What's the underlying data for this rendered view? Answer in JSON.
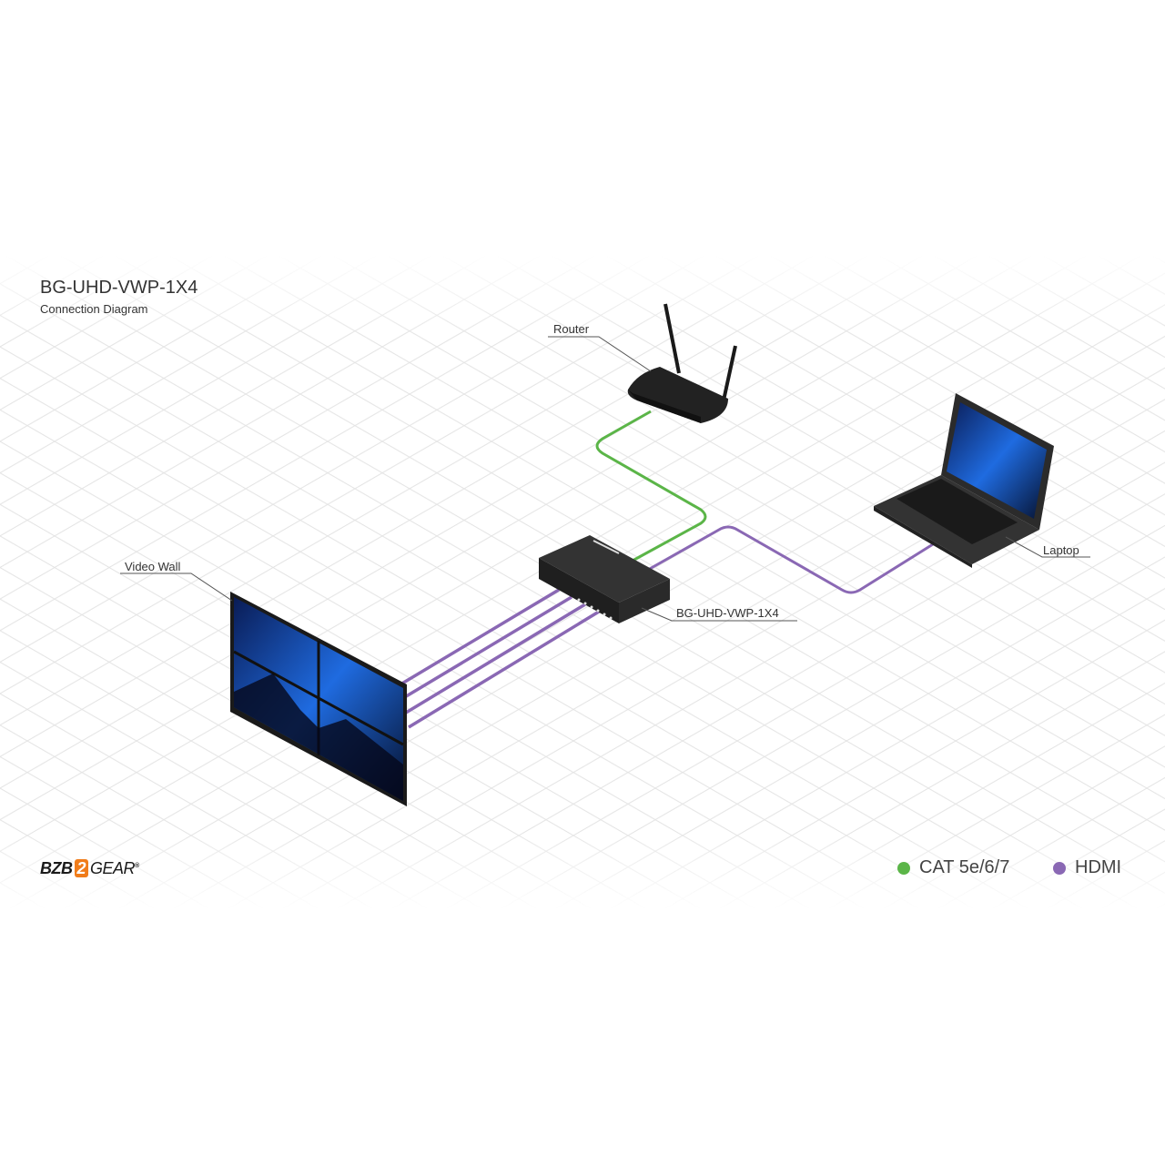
{
  "title": "BG-UHD-VWP-1X4",
  "subtitle": "Connection Diagram",
  "labels": {
    "router": "Router",
    "laptop": "Laptop",
    "video_wall": "Video Wall",
    "device": "BG-UHD-VWP-1X4"
  },
  "legend": [
    {
      "label": "CAT 5e/6/7",
      "color": "#5bb548"
    },
    {
      "label": "HDMI",
      "color": "#8a68b4"
    }
  ],
  "logo": {
    "part1": "BZB",
    "part2": "2",
    "part3": "GEAR"
  },
  "colors": {
    "cat": "#5bb548",
    "hdmi": "#8a68b4",
    "device": "#2b2b2b",
    "screen": "#1d5fd6"
  }
}
